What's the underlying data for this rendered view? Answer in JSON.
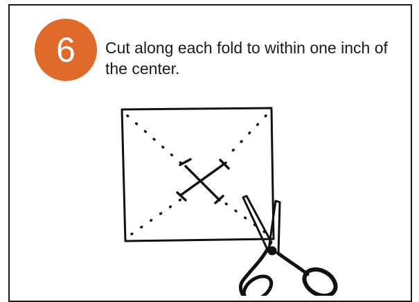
{
  "step": {
    "number": "6",
    "instruction": "Cut along each fold to within one inch of the center.",
    "badge_color": "#e06a2a"
  },
  "illustration": {
    "icons": [
      "folded-paper-square",
      "dotted-fold-lines",
      "center-cut-marks",
      "scissors-icon"
    ]
  }
}
